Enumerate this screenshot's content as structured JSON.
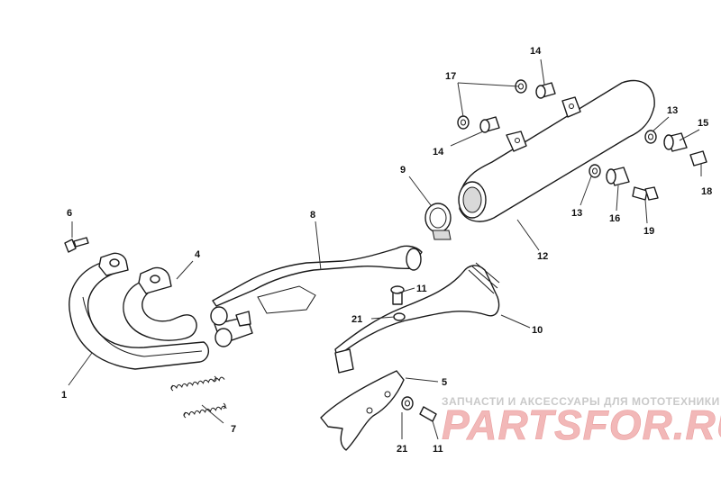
{
  "labels": {
    "l1": "1",
    "l4": "4",
    "l5": "5",
    "l6": "6",
    "l7": "7",
    "l8": "8",
    "l9": "9",
    "l10": "10",
    "l11a": "11",
    "l11b": "11",
    "l12": "12",
    "l13a": "13",
    "l13b": "13",
    "l14a": "14",
    "l14b": "14",
    "l15": "15",
    "l16": "16",
    "l17": "17",
    "l18": "18",
    "l19": "19",
    "l21a": "21",
    "l21b": "21"
  },
  "watermark": {
    "caption": "ЗАПЧАСТИ И АКСЕССУАРЫ ДЛЯ МОТОТЕХНИКИ",
    "logo": "PARTSFOR.RU"
  }
}
